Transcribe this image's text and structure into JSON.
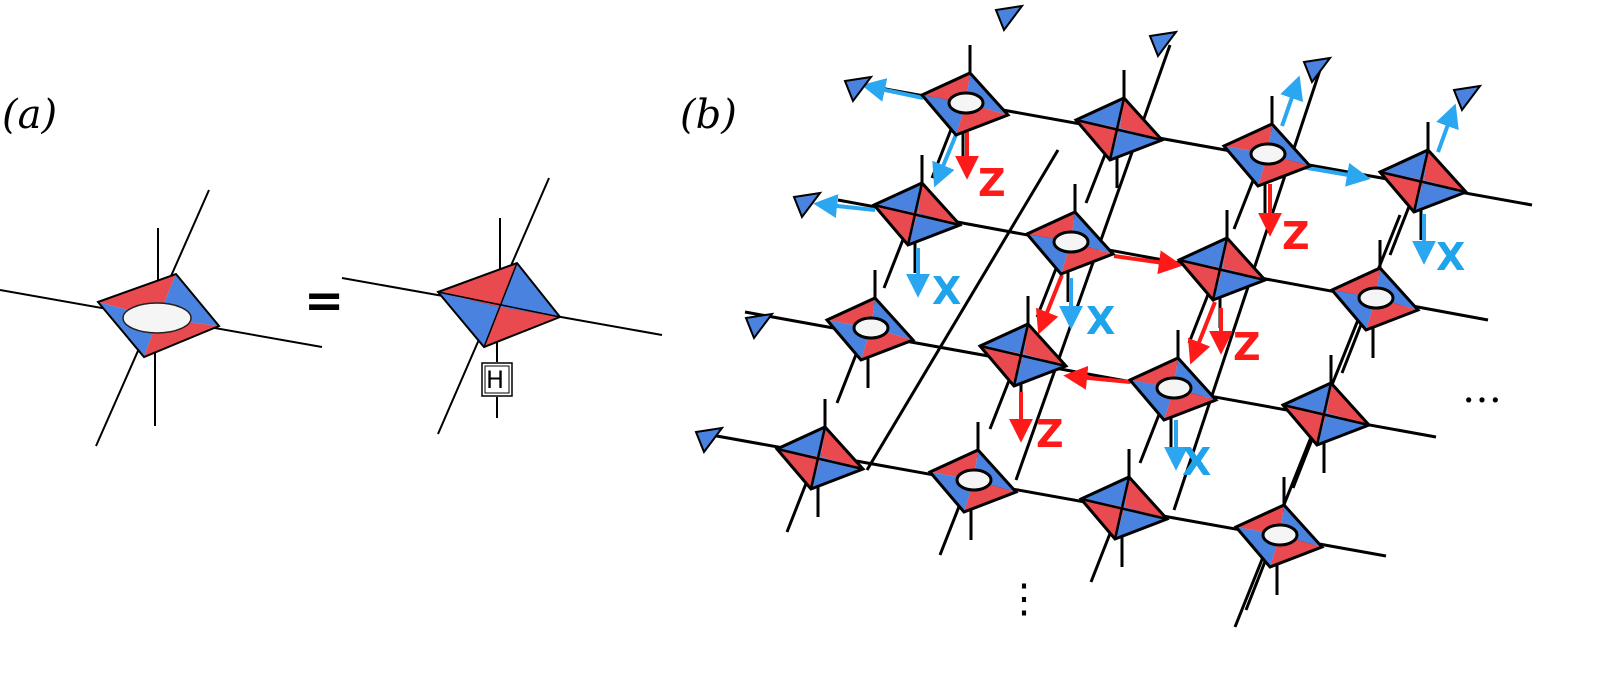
{
  "panel_a": {
    "label": "(a)",
    "equals": "=",
    "h_box": "H"
  },
  "panel_b": {
    "label": "(b)",
    "ellipsis_right": "…",
    "ellipsis_bottom": "⋮",
    "annotations": [
      {
        "text": "Z",
        "color": "red"
      },
      {
        "text": "Z",
        "color": "red"
      },
      {
        "text": "Z",
        "color": "red"
      },
      {
        "text": "Z",
        "color": "red"
      },
      {
        "text": "X",
        "color": "blue"
      },
      {
        "text": "X",
        "color": "blue"
      },
      {
        "text": "X",
        "color": "blue"
      },
      {
        "text": "X",
        "color": "blue"
      }
    ]
  },
  "colors": {
    "red": "#e84a4f",
    "blue": "#4a82df",
    "arrow_red": "#ff1a1a",
    "arrow_blue": "#2aa7f0",
    "label_red": "#ff1a1a",
    "label_blue": "#1fa3ea",
    "ellipse": "#f5f5f5"
  },
  "icons": [
    "tensor-node-icon",
    "hadamard-box-icon",
    "arrow-icon",
    "triangle-tip-icon"
  ]
}
